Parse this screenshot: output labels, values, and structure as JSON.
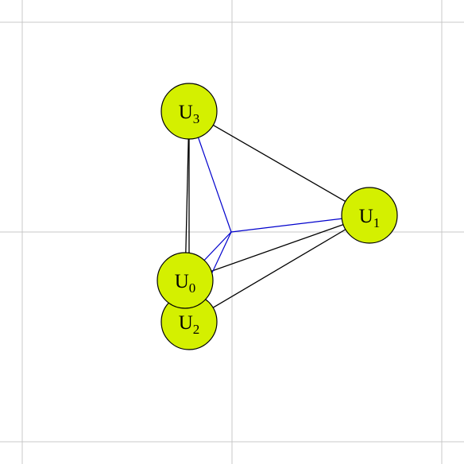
{
  "colors": {
    "background": "#ffffff",
    "grid": "#c8c8c8",
    "node_fill": "#d4f000",
    "node_stroke": "#000000",
    "edge": "#000000",
    "center_edge": "#0000cc"
  },
  "nodes": [
    {
      "id": "u0",
      "base": "U",
      "sub": "0"
    },
    {
      "id": "u1",
      "base": "U",
      "sub": "1"
    },
    {
      "id": "u2",
      "base": "U",
      "sub": "2"
    },
    {
      "id": "u3",
      "base": "U",
      "sub": "3"
    }
  ],
  "edges": [
    [
      "u3",
      "u1"
    ],
    [
      "u3",
      "u0"
    ],
    [
      "u3",
      "u2"
    ],
    [
      "u1",
      "u0"
    ],
    [
      "u1",
      "u2"
    ]
  ],
  "center_edges": [
    "u3",
    "u1",
    "u0",
    "u2"
  ]
}
